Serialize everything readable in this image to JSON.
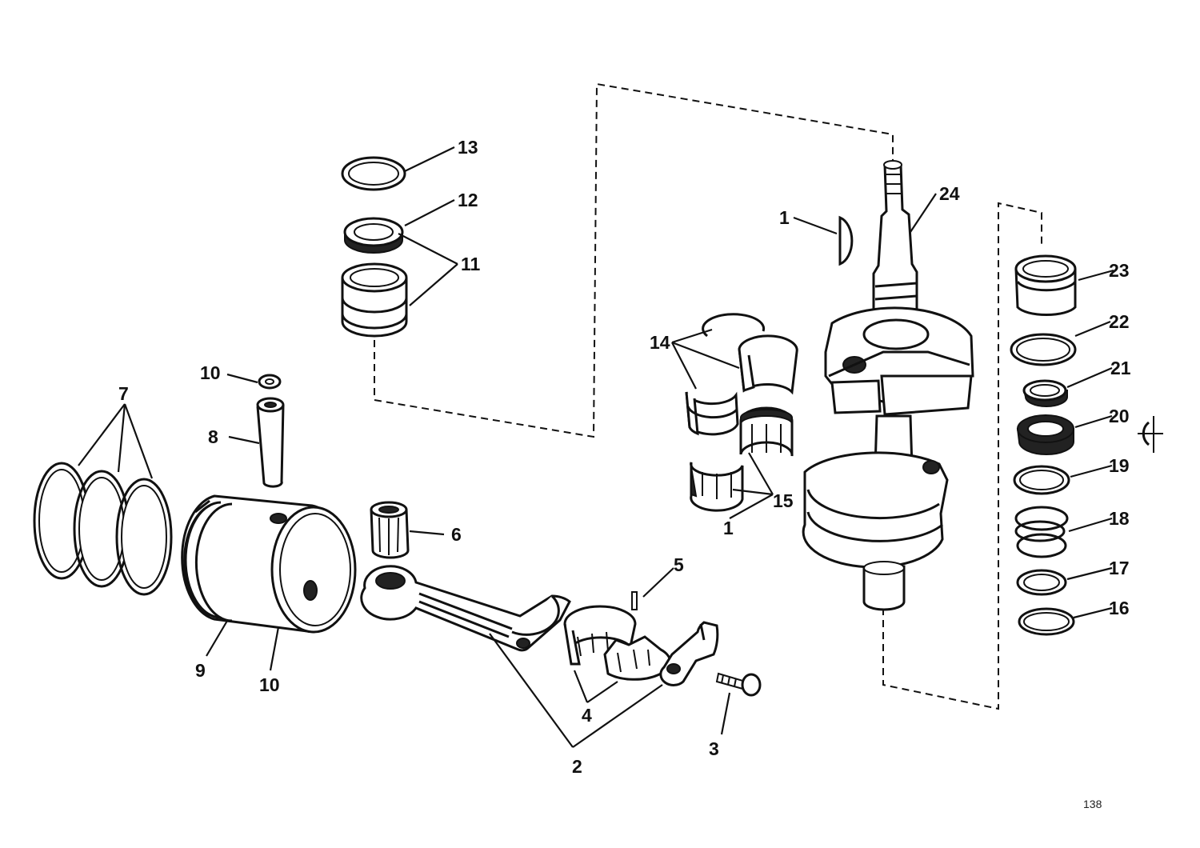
{
  "callouts": {
    "c1a": "1",
    "c1b": "1",
    "c2": "2",
    "c3": "3",
    "c4": "4",
    "c5": "5",
    "c6": "6",
    "c7": "7",
    "c8": "8",
    "c9": "9",
    "c10a": "10",
    "c10b": "10",
    "c11": "11",
    "c12": "12",
    "c13": "13",
    "c14": "14",
    "c15": "15",
    "c16": "16",
    "c17": "17",
    "c18": "18",
    "c19": "19",
    "c20": "20",
    "c21": "21",
    "c22": "22",
    "c23": "23",
    "c24": "24"
  },
  "page_number": "138"
}
